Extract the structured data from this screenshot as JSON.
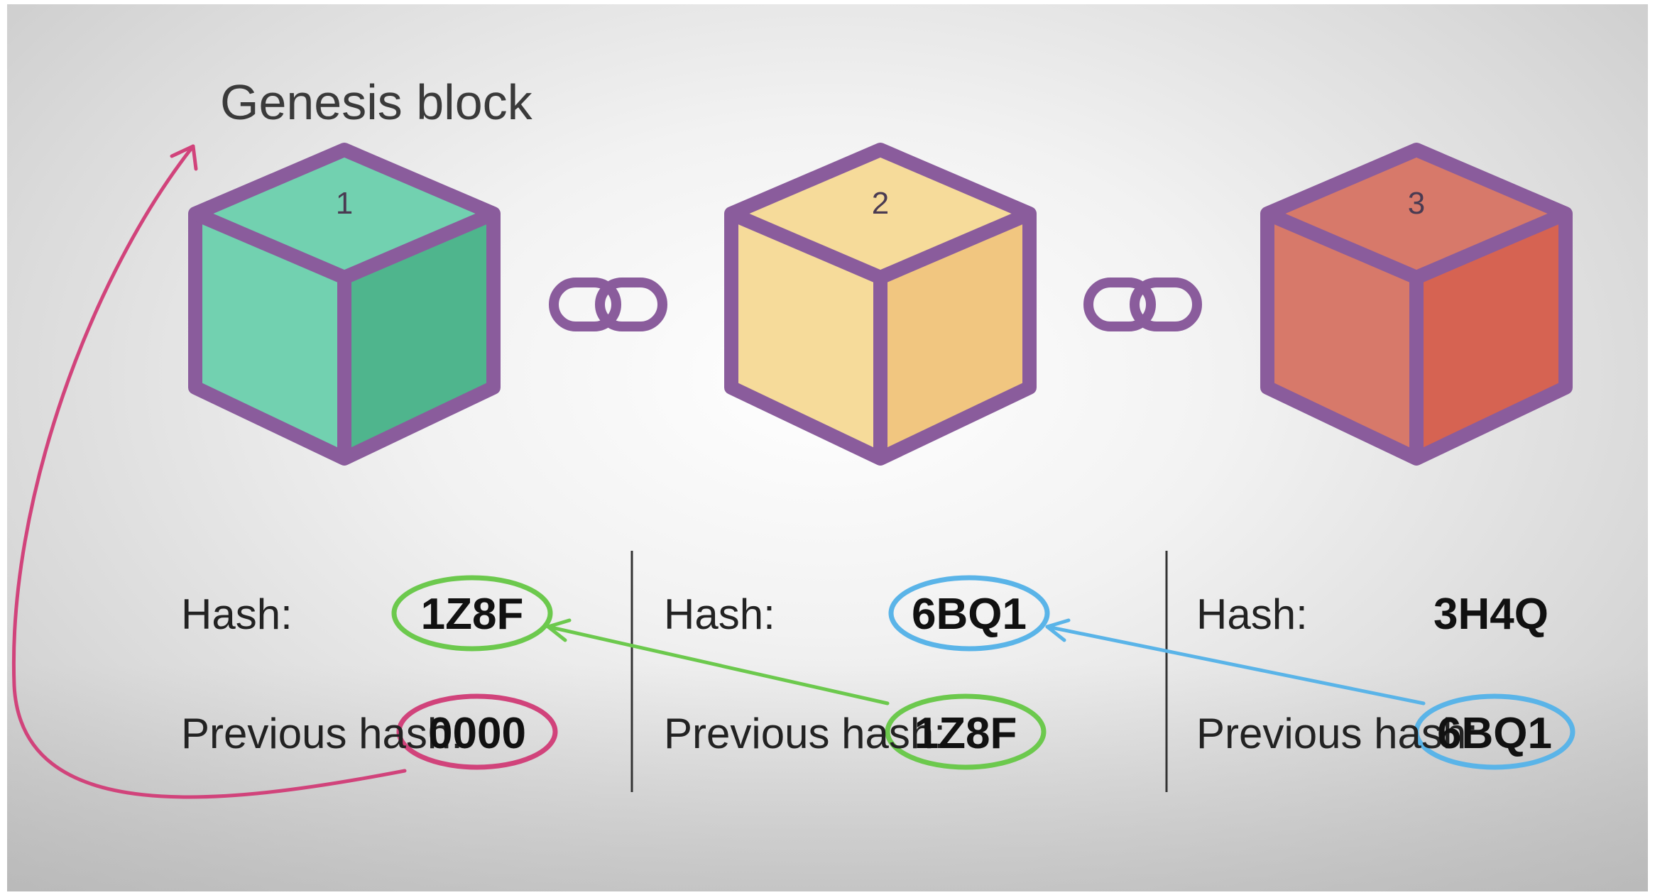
{
  "title": "Genesis block",
  "colors": {
    "outline": "#8a5c9c",
    "genesis_arrow": "#d1437b",
    "green_link": "#6cc94d",
    "blue_link": "#5ab4e8"
  },
  "blocks": [
    {
      "number": "1",
      "hash_label": "Hash:",
      "hash": "1Z8F",
      "prev_label": "Previous hash:",
      "prev_hash": "0000",
      "top_color": "#72d1b0",
      "left_color": "#72d1b0",
      "right_color": "#4fb58d"
    },
    {
      "number": "2",
      "hash_label": "Hash:",
      "hash": "6BQ1",
      "prev_label": "Previous hash:",
      "prev_hash": "1Z8F",
      "top_color": "#f6db9a",
      "left_color": "#f6db9a",
      "right_color": "#f1c680"
    },
    {
      "number": "3",
      "hash_label": "Hash:",
      "hash": "3H4Q",
      "prev_label": "Previous hash:",
      "prev_hash": "6BQ1",
      "top_color": "#d7796a",
      "left_color": "#d7796a",
      "right_color": "#d66352"
    }
  ]
}
